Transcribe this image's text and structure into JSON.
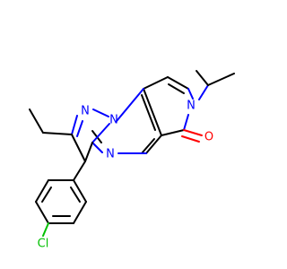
{
  "molecule": {
    "atoms": {
      "n_pyrazole_top": "N",
      "n_bridge": "N",
      "n_pyrimidine": "N",
      "n_pyridinone": "N",
      "o_carbonyl": "O",
      "cl": "Cl"
    },
    "colors": {
      "bond": "#000000",
      "nitrogen": "#0000ff",
      "oxygen": "#ff0000",
      "chlorine": "#00c000",
      "background": "#ffffff"
    }
  }
}
